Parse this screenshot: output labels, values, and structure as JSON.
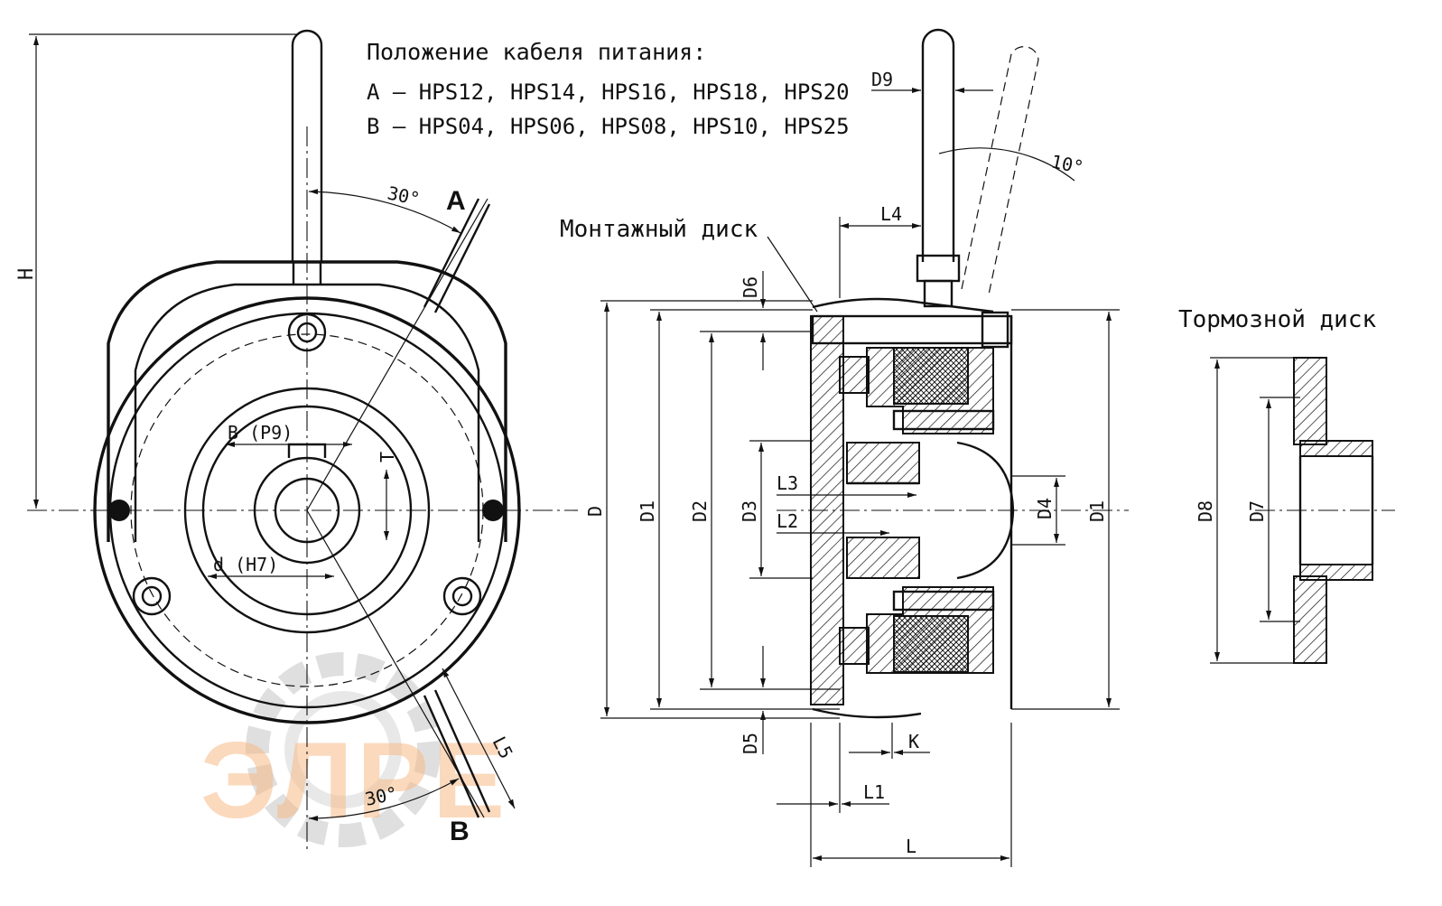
{
  "notes": {
    "cable_heading": "Положение кабеля питания:",
    "line_a": "A – HPS12, HPS14, HPS16, HPS18, HPS20",
    "line_b": "B – HPS04, HPS06, HPS08, HPS10, HPS25"
  },
  "callouts": {
    "mounting_disc": "Монтажный диск",
    "brake_disc": "Тормозной диск"
  },
  "front_view": {
    "pos_a": "A",
    "pos_b": "B",
    "angle_top": "30°",
    "angle_bottom": "30°",
    "dim_h": "H",
    "dim_b": "B (P9)",
    "dim_t": "T",
    "dim_d": "d (H7)",
    "dim_l5": "L5"
  },
  "section_view": {
    "dim_d9": "D9",
    "angle": "10°",
    "dim_l4": "L4",
    "dim_d6": "D6",
    "dim_d": "D",
    "dim_d1_left": "D1",
    "dim_d2": "D2",
    "dim_d3": "D3",
    "dim_l3": "L3",
    "dim_l2": "L2",
    "dim_d4": "D4",
    "dim_d1_right": "D1",
    "dim_d5": "D5",
    "dim_k": "K",
    "dim_l1": "L1",
    "dim_l": "L"
  },
  "disc_view": {
    "dim_d8": "D8",
    "dim_d7": "D7"
  },
  "watermark": {
    "logo_text": "ЭЛРЕ",
    "color_orange": "#f5b27a",
    "color_grey": "#d9d9d9"
  }
}
